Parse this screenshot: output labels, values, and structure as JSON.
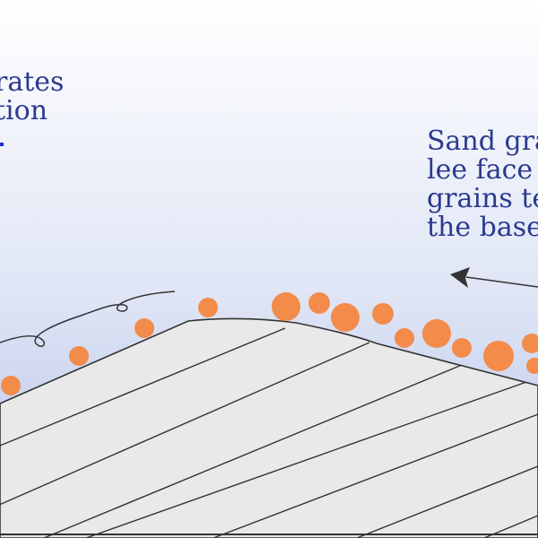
{
  "left_caption": {
    "lines": [
      "rates",
      "tion"
    ]
  },
  "right_caption": {
    "lines": [
      "Sand gra",
      "lee face",
      "grains te",
      "the base"
    ]
  },
  "colors": {
    "sky_top": "#ffffff",
    "sky_bottom": "#b9c6ea",
    "dune_fill": "#e9e9e9",
    "dune_outline": "#333333",
    "grain": "#f38b4a",
    "text": "#2b3a8f",
    "marker": "#1a2fd6",
    "arrow": "#333333"
  },
  "icons": {
    "saltation_path": "loop-trajectory-icon",
    "transport_arrow": "arrow-left-icon"
  }
}
